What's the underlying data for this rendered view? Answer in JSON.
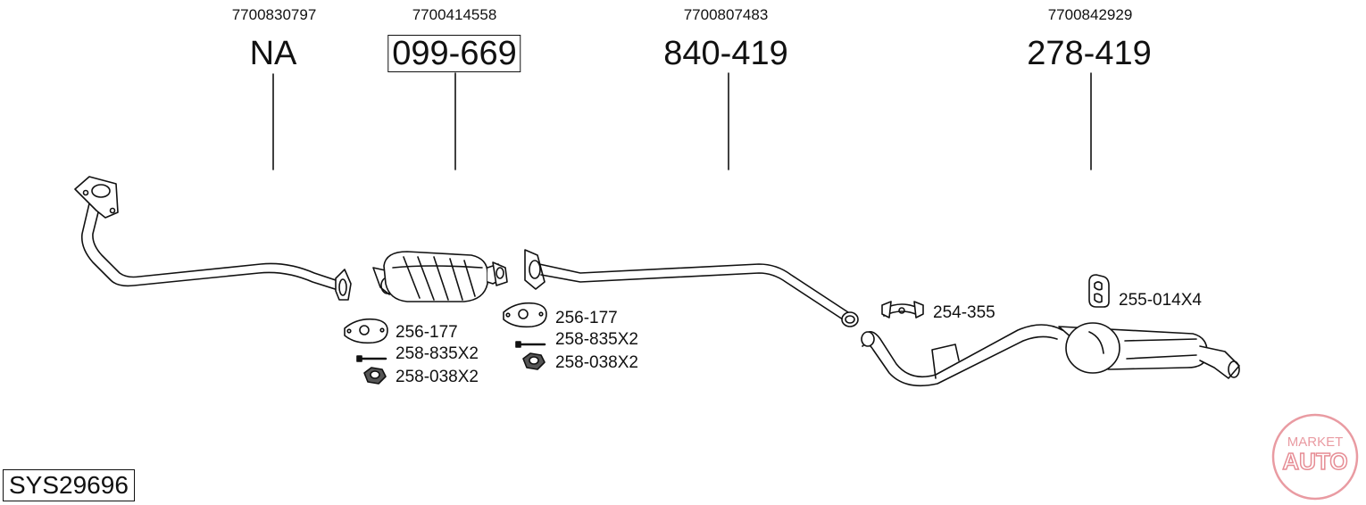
{
  "components": [
    {
      "oem": "7700830797",
      "part": "NA",
      "boxed": false
    },
    {
      "oem": "7700414558",
      "part": "099-669",
      "boxed": true
    },
    {
      "oem": "7700807483",
      "part": "840-419",
      "boxed": false
    },
    {
      "oem": "7700842929",
      "part": "278-419",
      "boxed": false
    }
  ],
  "accessories_group1": [
    "256-177",
    "258-835X2",
    "258-038X2"
  ],
  "accessories_group2": [
    "256-177",
    "258-835X2",
    "258-038X2"
  ],
  "clamp_label": "254-355",
  "hanger_label": "255-014X4",
  "system_code": "SYS29696",
  "watermark": {
    "top": "MARKET",
    "bottom": "AUTO",
    "color": "#e0707a"
  }
}
